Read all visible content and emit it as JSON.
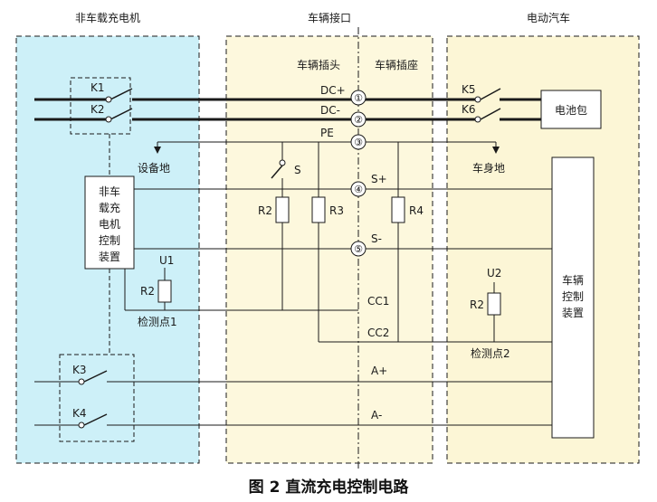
{
  "regions": {
    "charger": "非车载充电机",
    "interface": "车辆接口",
    "ev": "电动汽车",
    "plug": "车辆插头",
    "socket": "车辆插座"
  },
  "switches": {
    "k1": "K1",
    "k2": "K2",
    "k3": "K3",
    "k4": "K4",
    "k5": "K5",
    "k6": "K6",
    "s": "S"
  },
  "signals": {
    "dc_pos": "DC+",
    "dc_neg": "DC-",
    "pe": "PE",
    "s_pos": "S+",
    "s_neg": "S-",
    "cc1": "CC1",
    "cc2": "CC2",
    "a_pos": "A+",
    "a_neg": "A-"
  },
  "pins": {
    "p1": "①",
    "p2": "②",
    "p3": "③",
    "p4": "④",
    "p5": "⑤"
  },
  "grounds": {
    "device": "设备地",
    "body": "车身地"
  },
  "resistors": {
    "r2_plug": "R2",
    "r3": "R3",
    "r4": "R4",
    "r1_charger": "R2",
    "r2_vehicle": "R2"
  },
  "voltages": {
    "u1": "U1",
    "u2": "U2"
  },
  "detect_points": {
    "p1": "检测点1",
    "p2": "检测点2"
  },
  "charger_controller": [
    "非车",
    "载充",
    "电机",
    "控制",
    "装置"
  ],
  "vehicle_controller": [
    "车辆",
    "控制",
    "装置"
  ],
  "battery": "电池包",
  "figure_title": "图 2  直流充电控制电路",
  "colors": {
    "charger_bg": "#cdf0f8",
    "interface_bg": "#fdf8dd",
    "ev_bg": "#fcf6d6",
    "line": "#1a1a1a"
  }
}
